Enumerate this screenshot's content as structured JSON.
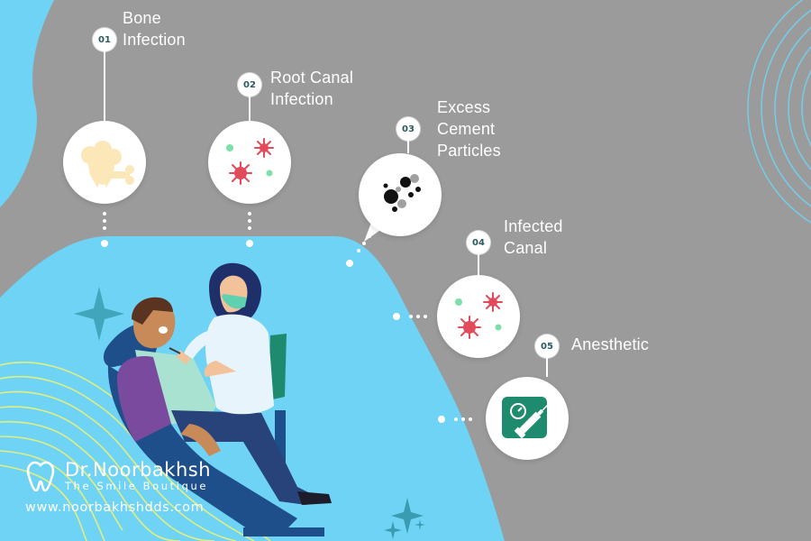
{
  "items": [
    {
      "number": "01",
      "label_line1": "Bone",
      "label_line2": "Infection",
      "icon": "bone-icon"
    },
    {
      "number": "02",
      "label_line1": "Root Canal",
      "label_line2": "Infection",
      "icon": "bacteria-icon"
    },
    {
      "number": "03",
      "label_line1": "Excess",
      "label_line2": "Cement",
      "label_line3": "Particles",
      "icon": "particles-icon"
    },
    {
      "number": "04",
      "label_line1": "Infected",
      "label_line2": "Canal",
      "icon": "bacteria-icon"
    },
    {
      "number": "05",
      "label_line1": "Anesthetic",
      "icon": "syringe-icon"
    }
  ],
  "brand": {
    "name": "Dr.Noorbakhsh",
    "tagline": "The Smile Boutique",
    "url": "www.noorbakhshdds.com"
  },
  "colors": {
    "background": "#9b9b9b",
    "accent_blue": "#6fd3f5",
    "badge_text": "#2c5a5f",
    "virus_red": "#e34b5a",
    "syringe_green": "#1e8b6e"
  }
}
